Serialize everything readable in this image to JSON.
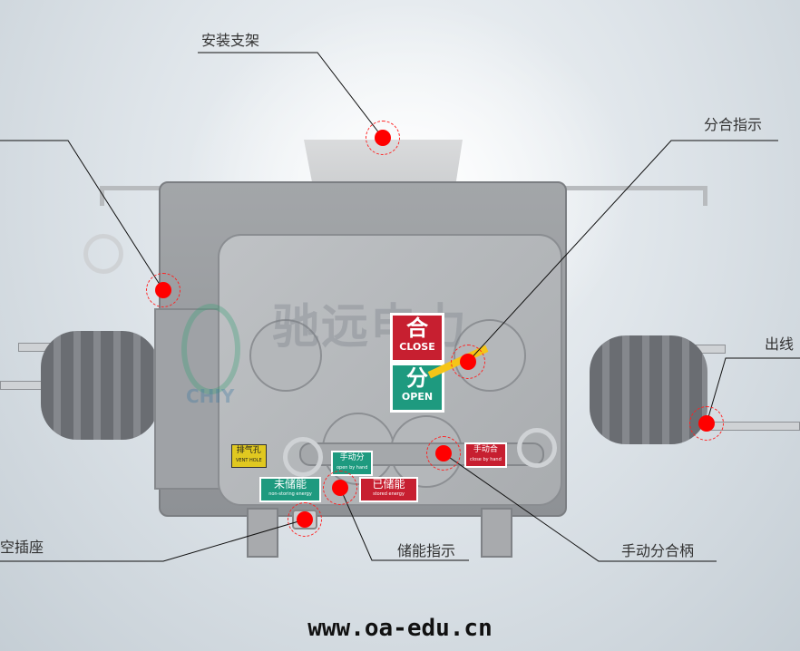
{
  "watermark": {
    "text": "驰远电力",
    "logo_text": "CHIY"
  },
  "callouts": [
    {
      "id": "bracket",
      "label": "安装支架"
    },
    {
      "id": "indicator",
      "label": "分合指示"
    },
    {
      "id": "outlet",
      "label": "出线"
    },
    {
      "id": "handle",
      "label": "手动分合柄"
    },
    {
      "id": "storage",
      "label": "储能指示"
    },
    {
      "id": "socket",
      "label": "航空插座"
    }
  ],
  "device_labels": {
    "close_cn": "合",
    "close_en": "CLOSE",
    "open_cn": "分",
    "open_en": "OPEN",
    "vent_cn": "排气孔",
    "vent_en": "VENT HOLE",
    "open_hand_cn": "手动分",
    "open_hand_en": "open by hand",
    "close_hand_cn": "手动合",
    "close_hand_en": "close by hand",
    "unstored_cn": "未储能",
    "unstored_en": "non-storing energy",
    "stored_cn": "已储能",
    "stored_en": "stored energy"
  },
  "footer": {
    "url": "www.oa-edu.cn"
  },
  "colors": {
    "marker": "#ff0000",
    "close": "#c71f30",
    "open": "#1e9a7f"
  }
}
